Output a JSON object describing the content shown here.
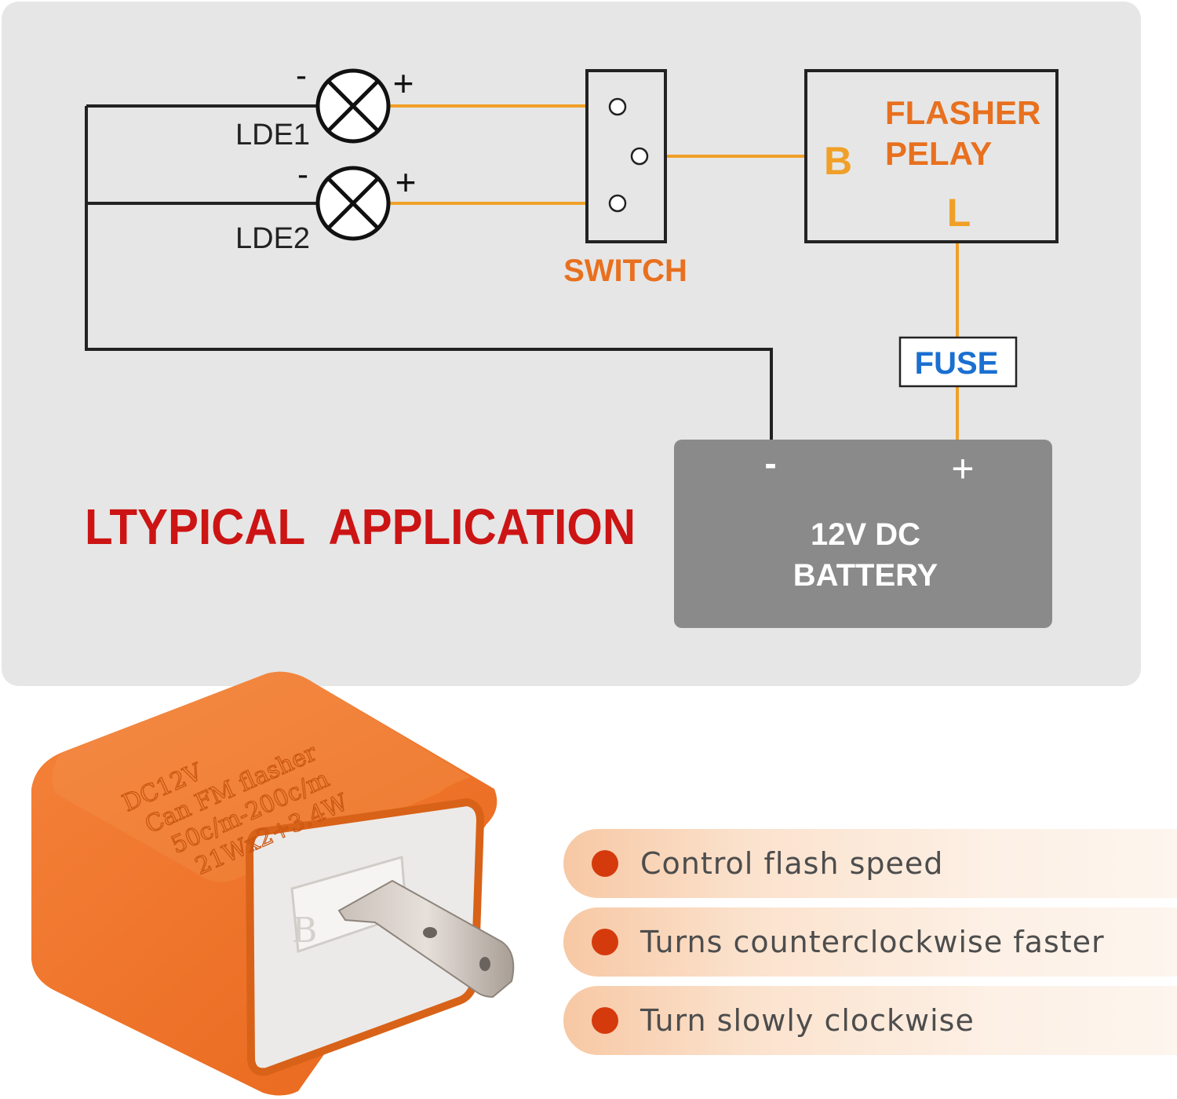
{
  "diagram": {
    "lamp1": {
      "label": "LDE1",
      "minus": "-",
      "plus": "+"
    },
    "lamp2": {
      "label": "LDE2",
      "minus": "-",
      "plus": "+"
    },
    "switch": {
      "label": "SWITCH"
    },
    "relay": {
      "line1": "FLASHER",
      "line2": "PELAY",
      "terminal_b": "B",
      "terminal_l": "L"
    },
    "fuse": {
      "label": "FUSE"
    },
    "battery": {
      "minus": "-",
      "plus": "+",
      "line1": "12V DC",
      "line2": "BATTERY"
    },
    "heading": "LTYPICAL  APPLICATION",
    "colors": {
      "panel": "#e6e6e6",
      "wire_dark": "#222222",
      "wire_orange": "#f0a028",
      "accent_orange": "#e8701e",
      "heading_red": "#cc1414",
      "fuse_blue": "#1a6fd0",
      "battery_gray": "#8a8a8a"
    }
  },
  "product": {
    "name": "orange-flasher-relay",
    "printed_text": [
      "DC12V",
      "Can FM flasher",
      "50c/m-200c/m",
      "21Wx2+3.4W"
    ],
    "pin_label": "B"
  },
  "features": [
    {
      "text": "Control flash speed"
    },
    {
      "text": "Turns counterclockwise faster"
    },
    {
      "text": "Turn slowly clockwise"
    }
  ]
}
